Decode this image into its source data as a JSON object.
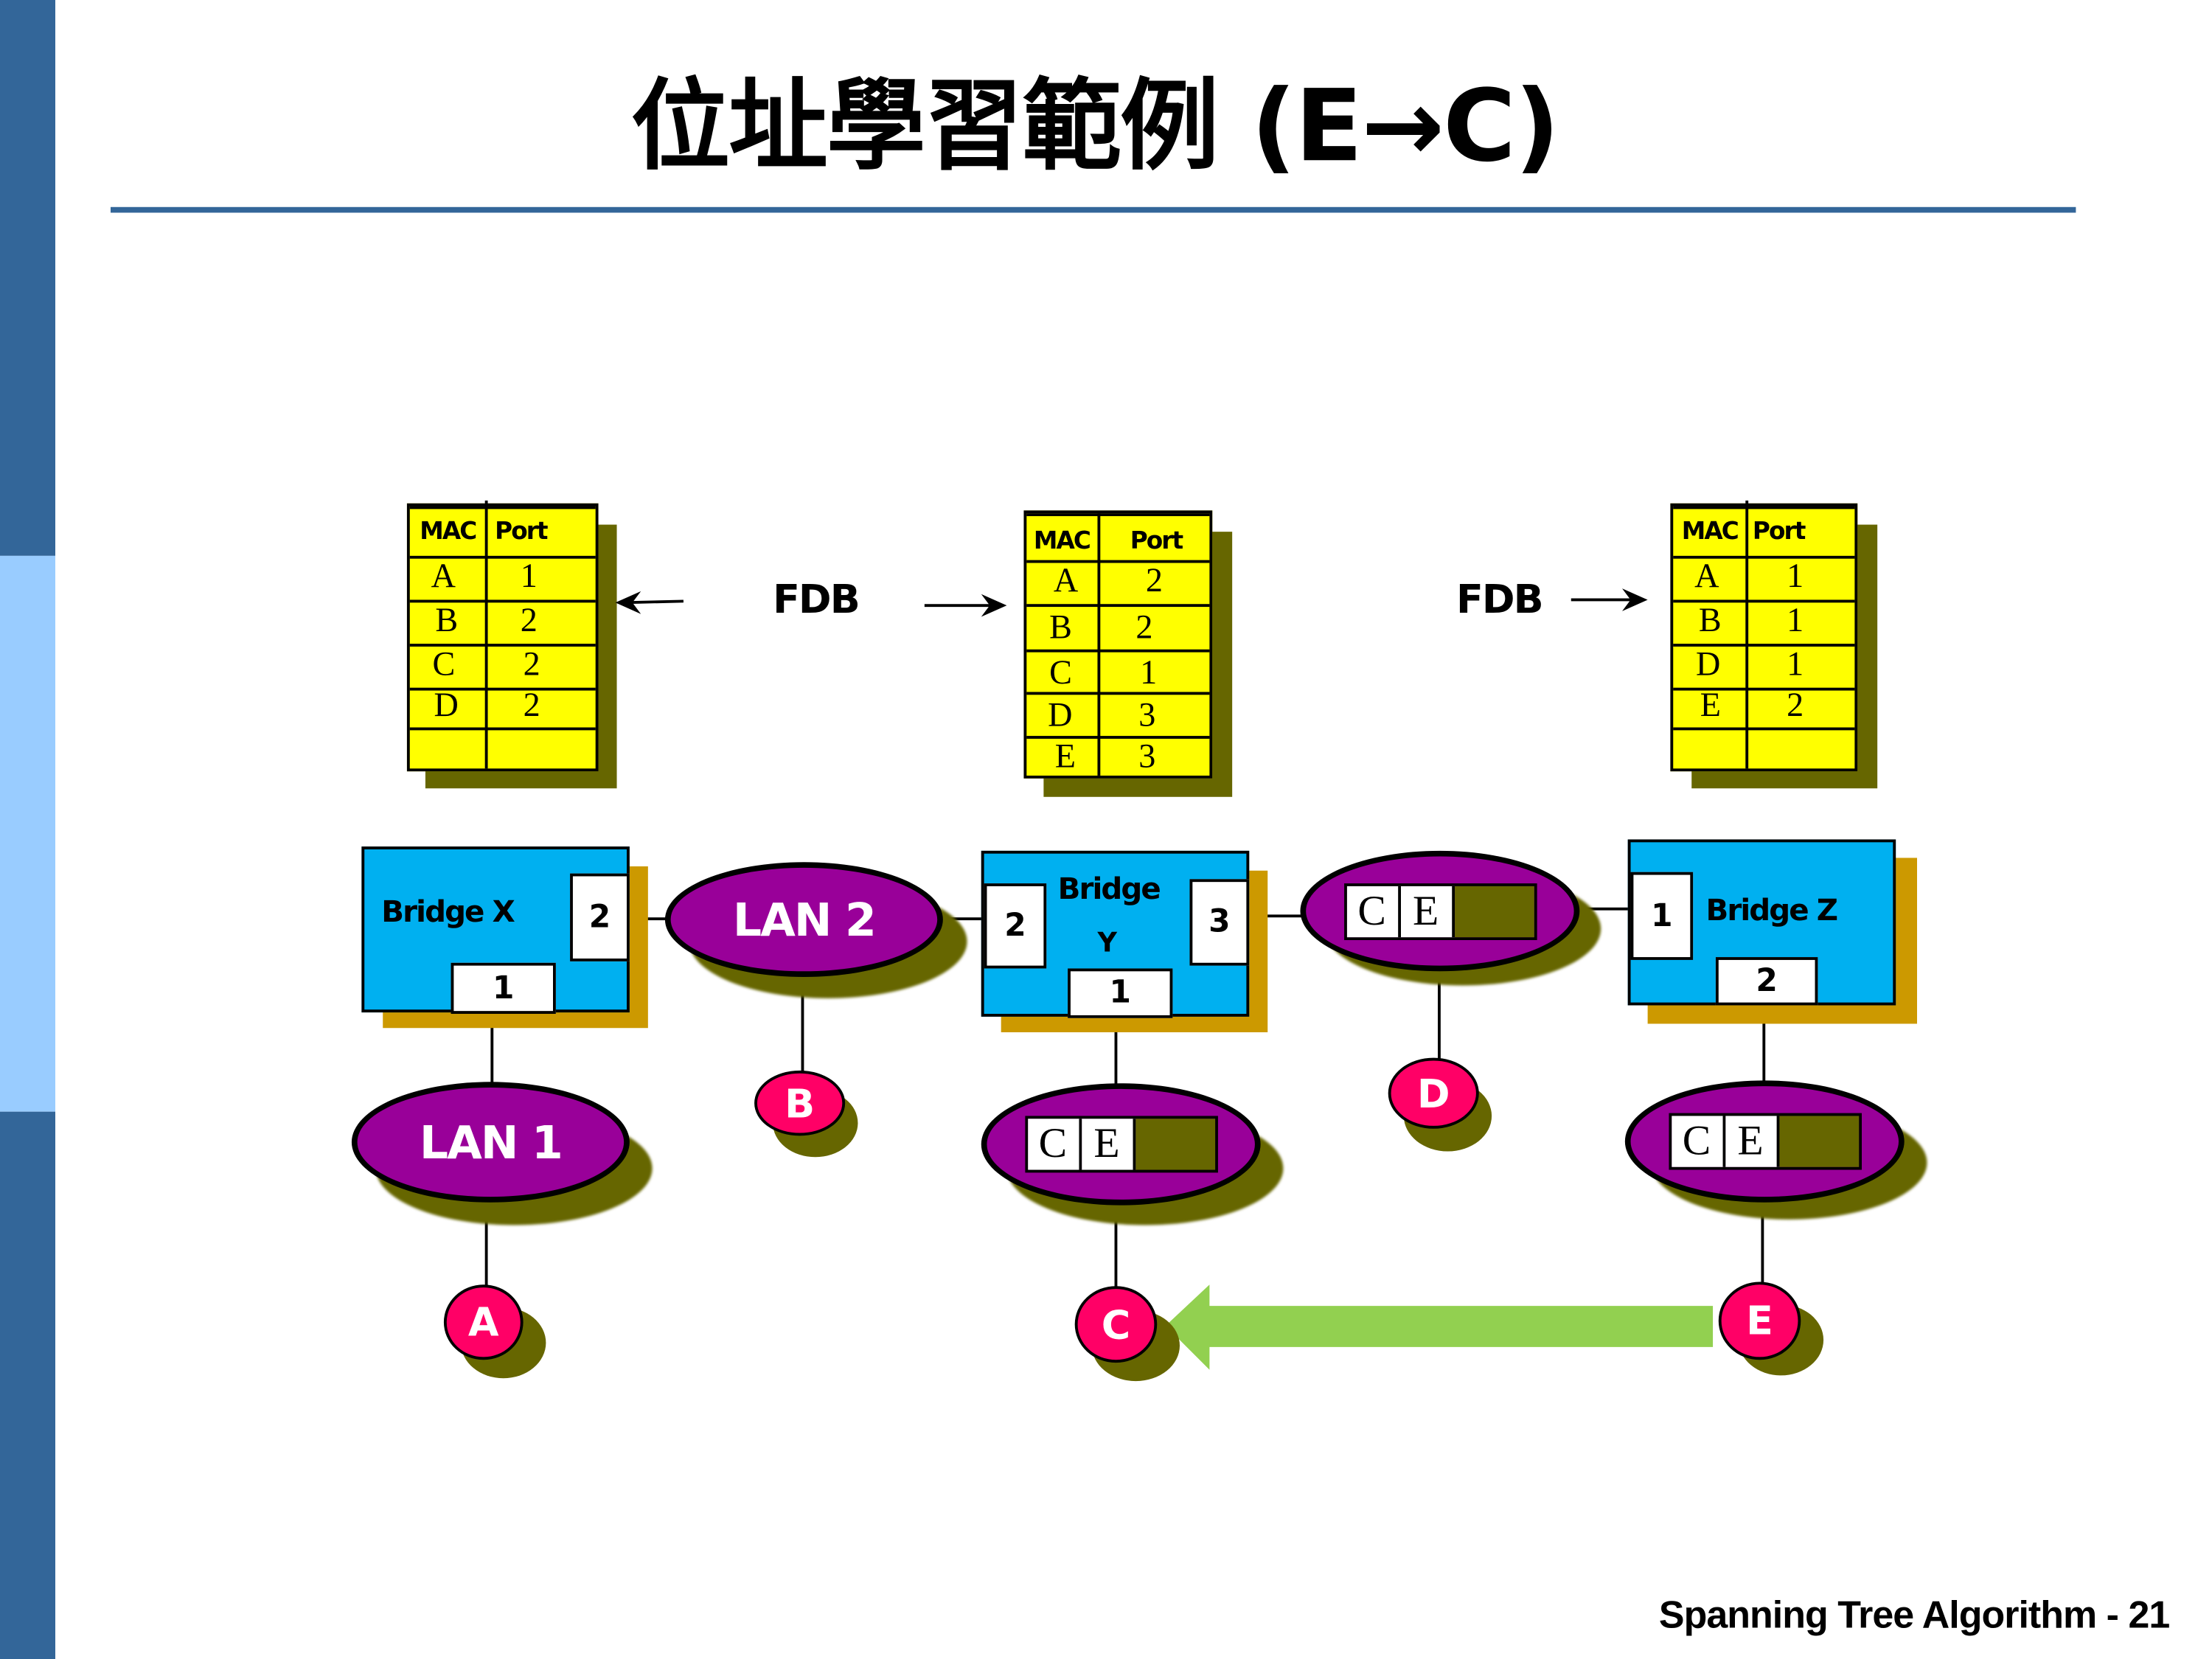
{
  "slide": {
    "title": "位址學習範例 (E→C)",
    "footer": "Spanning Tree Algorithm - 21",
    "colors": {
      "sidebar_dark": "#336699",
      "sidebar_light": "#99ccff",
      "title_rule": "#336699",
      "fdb_fill": "#ffff00",
      "bridge_fill": "#00b0f0",
      "bridge_shadow": "#cc9900",
      "lan_fill": "#990099",
      "host_fill": "#ff0066",
      "shadow": "#666600",
      "flow_arrow": "#92d050"
    }
  },
  "fdb_labels": {
    "left": "FDB",
    "right": "FDB"
  },
  "fdb_tables": {
    "x": {
      "headers": [
        "MAC",
        "Port"
      ],
      "rows": [
        [
          "A",
          "1"
        ],
        [
          "B",
          "2"
        ],
        [
          "C",
          "2"
        ],
        [
          "D",
          "2"
        ],
        [
          "",
          ""
        ]
      ]
    },
    "y": {
      "headers": [
        "MAC",
        "Port"
      ],
      "rows": [
        [
          "A",
          "2"
        ],
        [
          "B",
          "2"
        ],
        [
          "C",
          "1"
        ],
        [
          "D",
          "3"
        ],
        [
          "E",
          "3"
        ]
      ]
    },
    "z": {
      "headers": [
        "MAC",
        "Port"
      ],
      "rows": [
        [
          "A",
          "1"
        ],
        [
          "B",
          "1"
        ],
        [
          "D",
          "1"
        ],
        [
          "E",
          "2"
        ],
        [
          "",
          ""
        ]
      ]
    }
  },
  "bridges": {
    "x": {
      "name": "Bridge X",
      "ports": [
        "2",
        "1"
      ]
    },
    "y": {
      "name_line1": "Bridge",
      "name_line2": "Y",
      "ports": [
        "2",
        "3",
        "1"
      ]
    },
    "z": {
      "name": "Bridge Z",
      "ports": [
        "1",
        "2"
      ]
    }
  },
  "lans": {
    "lan1": {
      "label": "LAN 1"
    },
    "lan2": {
      "label": "LAN 2"
    },
    "lan_yz": {
      "frame": [
        "C",
        "E"
      ]
    },
    "lan_y": {
      "frame": [
        "C",
        "E"
      ]
    },
    "lan_z": {
      "frame": [
        "C",
        "E"
      ]
    }
  },
  "hosts": {
    "a": "A",
    "b": "B",
    "c": "C",
    "d": "D",
    "e": "E"
  },
  "flow": {
    "from": "E",
    "to": "C"
  }
}
